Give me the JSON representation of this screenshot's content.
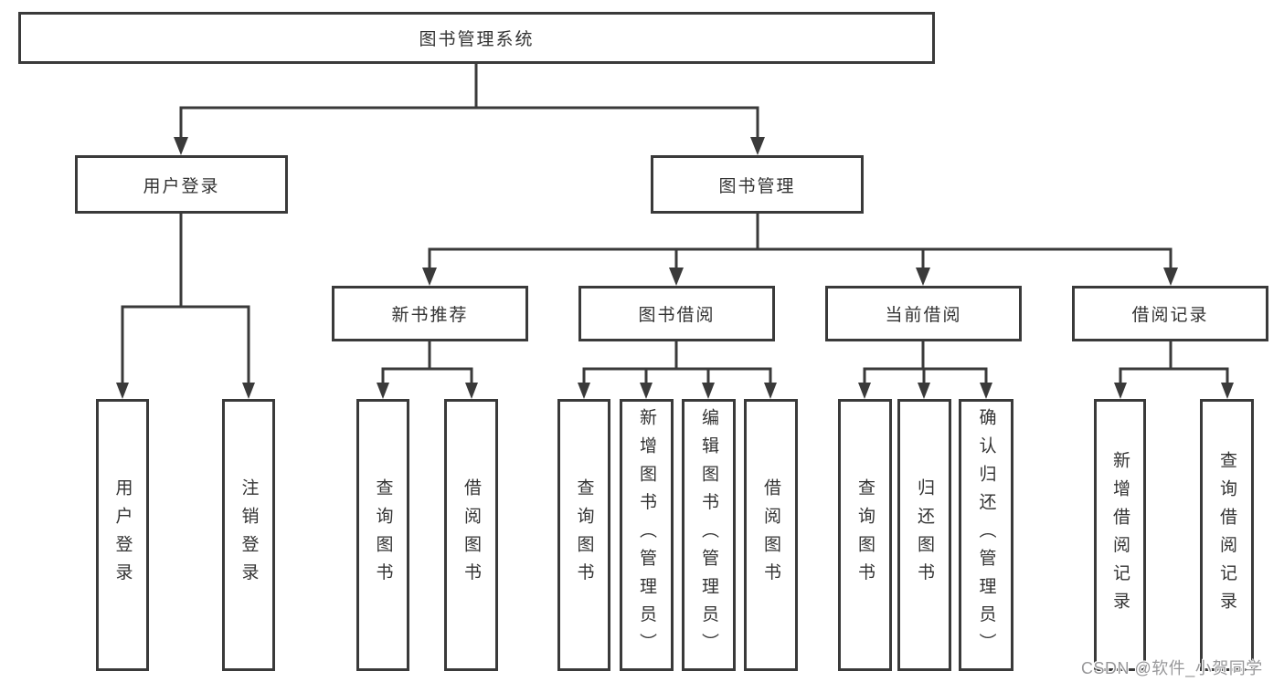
{
  "diagram": {
    "title": "图书管理系统",
    "tree": {
      "root": "图书管理系统",
      "branches": [
        {
          "label": "用户登录",
          "children": [
            "用户登录",
            "注销登录"
          ]
        },
        {
          "label": "图书管理",
          "sections": [
            {
              "label": "新书推荐",
              "children": [
                "查询图书",
                "借阅图书"
              ]
            },
            {
              "label": "图书借阅",
              "children": [
                "查询图书",
                "新增图书（管理员）",
                "编辑图书（管理员）",
                "借阅图书"
              ]
            },
            {
              "label": "当前借阅",
              "children": [
                "查询图书",
                "归还图书",
                "确认归还（管理员）"
              ]
            },
            {
              "label": "借阅记录",
              "children": [
                "新增借阅记录",
                "查询借阅记录"
              ]
            }
          ]
        }
      ]
    },
    "colors": {
      "line": "#3a3a3a",
      "text": "#333333",
      "background": "#ffffff",
      "watermark": "#98989a"
    }
  },
  "watermark": {
    "text": "CSDN @软件_小贺同学"
  }
}
